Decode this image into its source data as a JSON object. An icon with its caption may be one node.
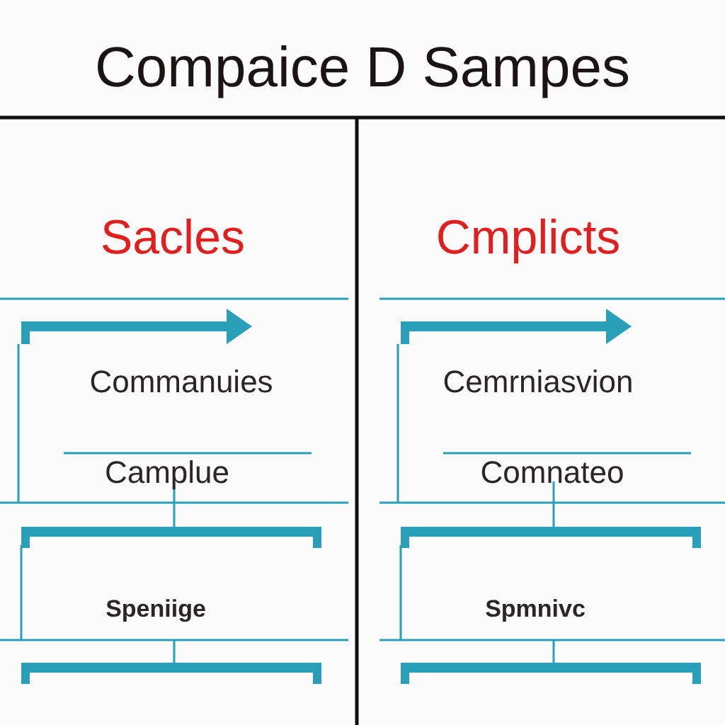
{
  "diagram": {
    "title": "Compaice D Sampes",
    "labels": [
      "Sacles",
      "Cmplicts",
      "Commanuies",
      "Cemrniasvion",
      "Camplue",
      "Comnateo",
      "Speniige",
      "Spmnivc"
    ]
  }
}
